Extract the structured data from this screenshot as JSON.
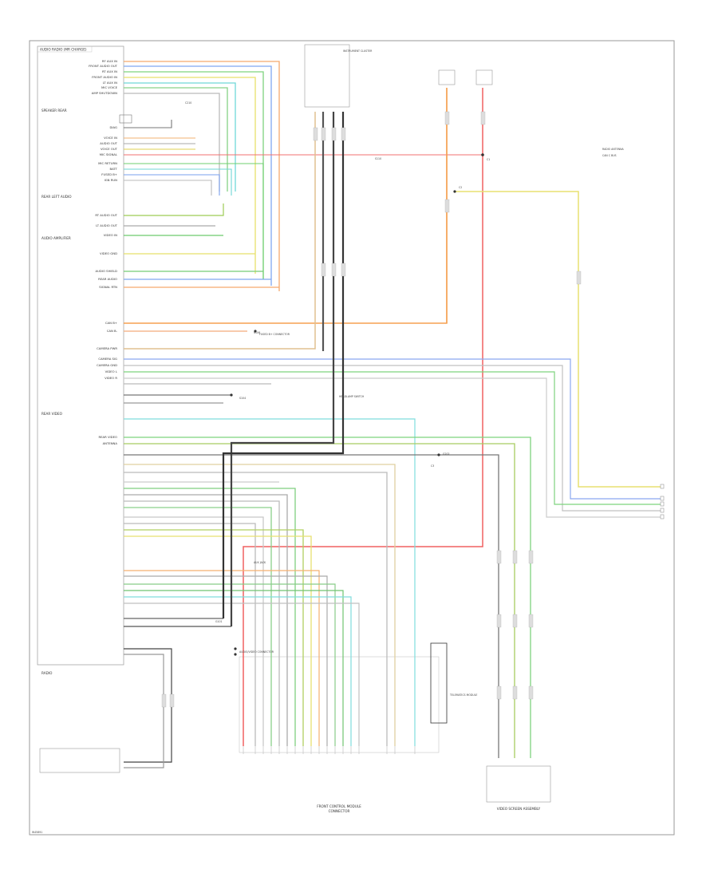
{
  "diagram": {
    "module_title": "AUDIO RADIO (MR CHARGE)",
    "side_labels": [
      "SPEAKER REAR",
      "REAR LEFT AUDIO",
      "AUDIO AMPLIFIER",
      "REAR VIDEO",
      "RADIO"
    ],
    "pin_labels": [
      "RF AUX IN",
      "FRONT AUDIO OUT",
      "RT AUX IN",
      "FRONT AUDIO IN",
      "LT AUX IN",
      "MIC VOICE",
      "AMP SHUTDOWN",
      "DIAG",
      "VOICE IN",
      "AUDIO OUT",
      "VOICE OUT",
      "MIC SIGNAL",
      "MIC RETURN",
      "BATT",
      "FUSED B+",
      "IGN RUN",
      "RT AUDIO OUT",
      "LT AUDIO OUT",
      "VIDEO IN",
      "VIDEO GND",
      "AUDIO SHIELD",
      "REAR AUDIO",
      "SIGNAL RTN",
      "CAN B+",
      "CAN B-",
      "CAMERA PWR",
      "CAMERA SIG",
      "CAMERA GND",
      "VIDEO L",
      "VIDEO R",
      "REAR VIDEO",
      "ANTENNA"
    ],
    "connector_labels": [
      "C1",
      "C2",
      "C3",
      "G101",
      "G202",
      "S104",
      "S106",
      "S110",
      "C210"
    ],
    "callouts": [
      "FUSED B+ CONNECTOR",
      "HEADLAMP SWITCH",
      "INSTRUMENT CLUSTER",
      "RADIO ANTENNA",
      "CAN C BUS",
      "AUDIO/VIDEO CONNECTOR",
      "TELEMATICS MODULE",
      "AUX JACK"
    ],
    "bottom_caption": "FRONT CONTROL MODULE",
    "bottom_caption_2": "CONNECTOR",
    "right_caption": "VIDEO SCREEN ASSEMBLY",
    "footer_ref": "W45891"
  }
}
